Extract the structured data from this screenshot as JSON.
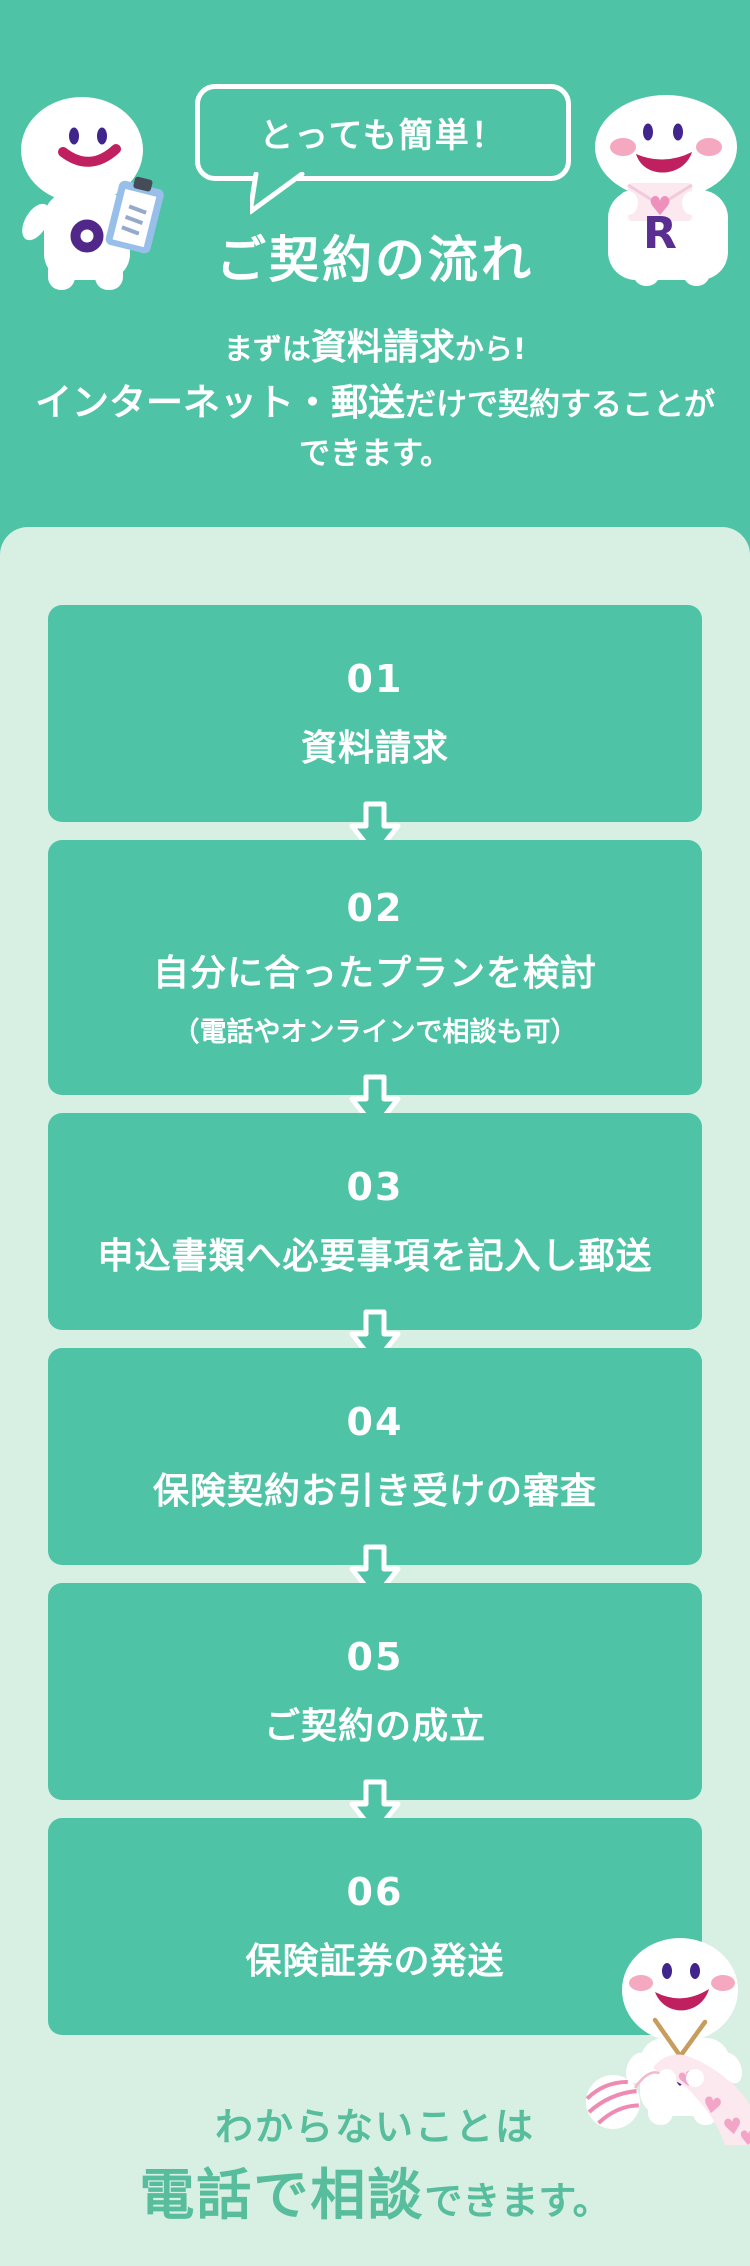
{
  "theme": {
    "teal": "#4ec3a5",
    "panel_mint": "#d8efe4",
    "text_white": "#ffffff",
    "footer_green": "#57bd9c",
    "mascot_eye_purple": "#40258c",
    "mascot_smile_crimson": "#c0205f",
    "mascot_cheek_pink": "#f5a9c1"
  },
  "hero": {
    "bubble_text": "とっても簡単！",
    "title": "ご契約の流れ",
    "lead": {
      "pre": "まずは",
      "strong": "資料請求",
      "post": "から!"
    },
    "description": {
      "strong": "インターネット・郵送",
      "rest": "だけで契約することが",
      "line2": "できます。"
    },
    "mascot_left_icon": "clipboard-mascot",
    "mascot_right_icon": "love-letter-mascot"
  },
  "steps": [
    {
      "number": "01",
      "title": "資料請求",
      "note": ""
    },
    {
      "number": "02",
      "title": "自分に合ったプランを検討",
      "note": "（電話やオンラインで相談も可）"
    },
    {
      "number": "03",
      "title": "申込書類へ必要事項を記入し郵送",
      "note": ""
    },
    {
      "number": "04",
      "title": "保険契約お引き受けの審査",
      "note": ""
    },
    {
      "number": "05",
      "title": "ご契約の成立",
      "note": ""
    },
    {
      "number": "06",
      "title": "保険証券の発送",
      "note": ""
    }
  ],
  "footer": {
    "line1": "わからないことは",
    "line2_strong": "電話で相談",
    "line2_rest": "できます。",
    "mascot_icon": "knitting-mascot"
  }
}
